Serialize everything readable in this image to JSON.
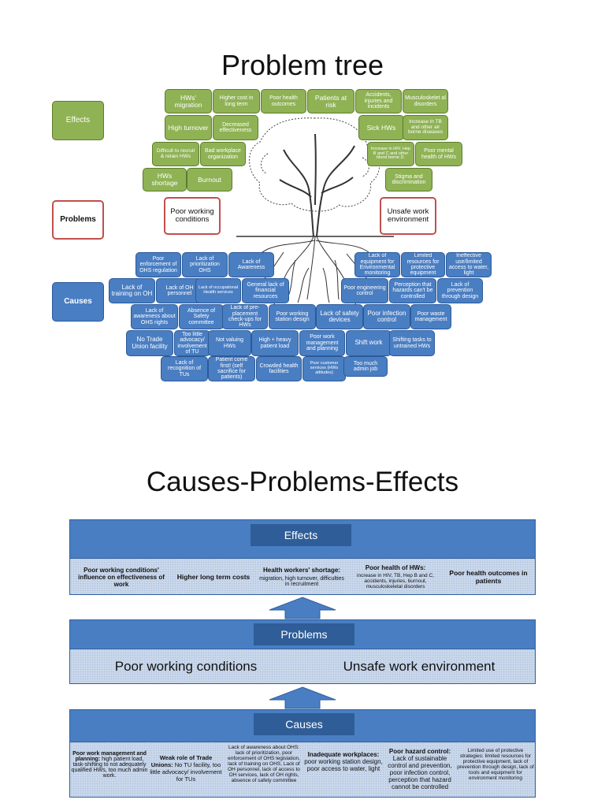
{
  "tree": {
    "title": "Problem tree",
    "side_labels": {
      "effects": "Effects",
      "problems": "Problems",
      "causes": "Causes"
    },
    "effects": [
      "HWs' migration",
      "Higher cost in long term",
      "Poor health outcomes",
      "Patients at risk",
      "Accidents, injuries and incidents",
      "Musculoskelet al disorders",
      "High turnover",
      "Decreased effectiveness",
      "Sick HWs",
      "Increase in TB and other air borne diseases",
      "Difficult to recruit & retain HWs",
      "Bad workplace organization",
      "Increase in HIV, Hep B and C and other blood borne D.",
      "Poor mental health of HWs",
      "HWs shortage",
      "Burnout",
      "Stigma and discrimination"
    ],
    "problems": [
      "Poor working conditions",
      "Unsafe work environment"
    ],
    "causes": [
      "Poor enforcement of OHS regulation",
      "Lack of prioritization OHS",
      "Lack of Awareness",
      "Lack of equipment for Environmental monitoring",
      "Limited resources for protective equipment",
      "Ineffective use/limited access to water, light",
      "Lack of training on OH",
      "Lack of OH personnel",
      "Lack of occupational Health services",
      "General lack of financial resources",
      "Poor engineering control",
      "Perception that hazards can't be controlled",
      "Lack of prevention through design",
      "Lack of awareness about OHS rights",
      "Absence of Safety committee",
      "Lack of pre-placement check-ups for HWs",
      "Poor working station design",
      "Lack of safety devices",
      "Poor infection control",
      "Poor waste management",
      "No Trade Union facility",
      "Too little advocacy/ involvement of TU",
      "Not valuing HWs",
      "High + heavy patient load",
      "Poor work management and planning",
      "Shift work",
      "Shifting tasks to untrained HWs",
      "Lack of recognition of TUs",
      "Patient come first! (self sacrifice for patients)",
      "Crowded health facilities",
      "Poor customer services (HWs attitudes)",
      "Too much admin job"
    ]
  },
  "cpe": {
    "title": "Causes-Problems-Effects",
    "effects": {
      "label": "Effects",
      "items": [
        {
          "head": "Poor working conditions' influence on effectiveness of work",
          "body": ""
        },
        {
          "head": "Higher long term costs",
          "body": ""
        },
        {
          "head": "Health workers' shortage:",
          "body": "migration, high turnover, difficulties in recruitment"
        },
        {
          "head": "Poor health of HWs:",
          "body": "increase in HIV, TB, Hep B and C, accidents, injuries, burnout, musculoskeletal disorders"
        },
        {
          "head": "Poor health outcomes in patients",
          "body": ""
        }
      ]
    },
    "problems": {
      "label": "Problems",
      "items": [
        "Poor working conditions",
        "Unsafe work environment"
      ]
    },
    "causes": {
      "label": "Causes",
      "items": [
        {
          "head": "Poor work management and planning:",
          "body": "high patient load, task-shifting to not adequately qualified HWs, too much admin work."
        },
        {
          "head": "Weak role of Trade Unions:",
          "body": "No TU facility, too little advocacy/ involvement for TUs"
        },
        {
          "head": "",
          "body": "Lack of awareness about OHS: lack of prioritization, poor enforcement of OHS legislation, lack of training on OHS, Lack of OH personnel, lack of access to OH services, lack of OH rights, absence of safety committee"
        },
        {
          "head": "Inadequate workplaces:",
          "body": "poor working station design, poor access to water, light"
        },
        {
          "head": "Poor hazard control:",
          "body": "Lack of sustainable control and prevention, poor infection control, perception that hazard cannot be controlled"
        },
        {
          "head": "",
          "body": "Limited use of protective strategies: limited resources for protective equipment, lack of prevention through design, lack of tools and equipment for environment monitoring"
        }
      ]
    }
  }
}
